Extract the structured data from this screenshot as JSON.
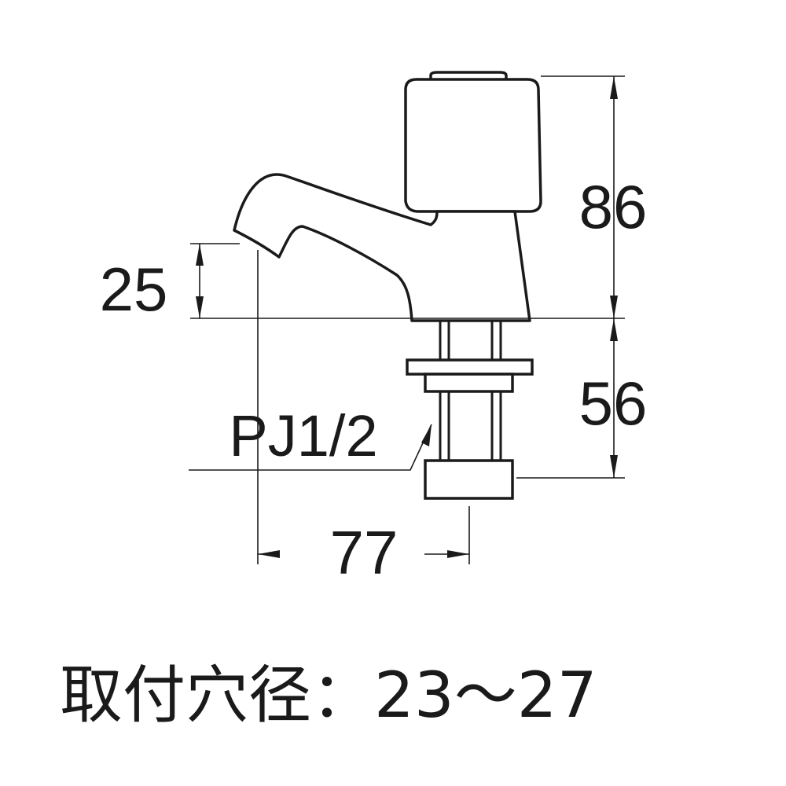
{
  "dimensions": {
    "total_height": "86",
    "spout_height": "25",
    "shank_length": "56",
    "reach": "77",
    "thread": "PJ1/2"
  },
  "caption": "取付穴径：23～27",
  "colors": {
    "line": "#1a1a1a",
    "body_fill": "#ffffff"
  }
}
